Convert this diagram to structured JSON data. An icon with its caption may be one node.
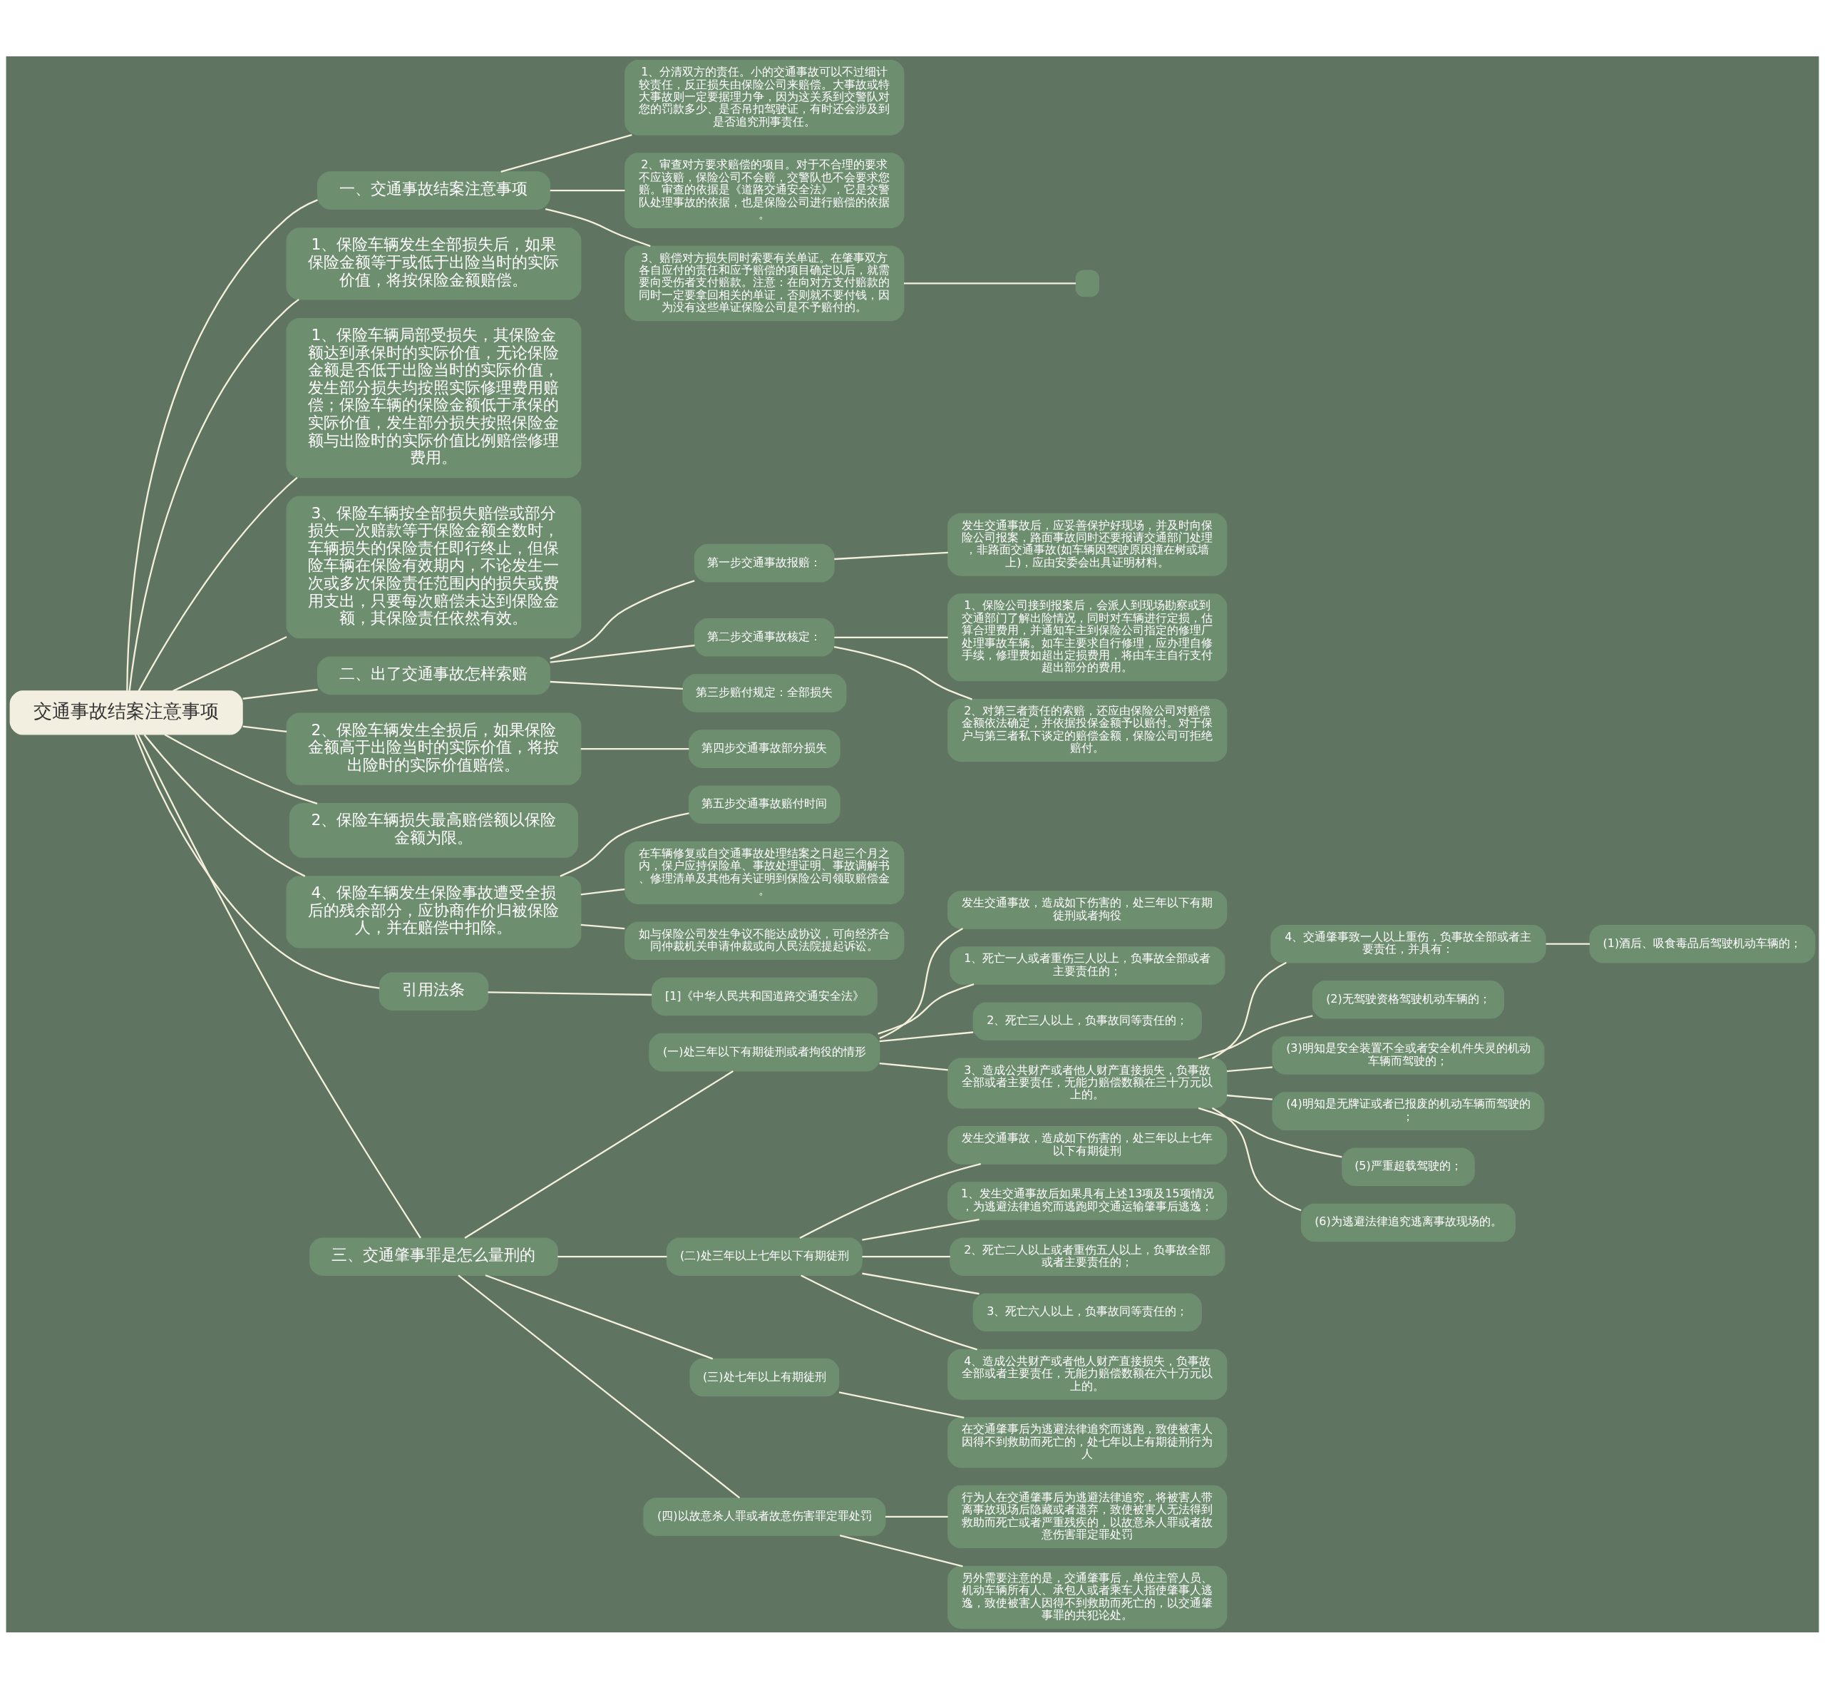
{
  "diagram": {
    "nodes": [
      {
        "text": [
          "交通事故结案注意事项"
        ]
      },
      {
        "text": [
          "一、交通事故结案注意事项"
        ]
      },
      {
        "text": [
          "1、分清双方的责任。小的交通事故可以不过细计较责任，反正损失由保险公司来赔偿。大事故或特大事故则一定要据理力争，因为这关系到交警队对您的罚款多少、是否吊扣驾驶证，有时还会涉及到是否追究刑事责任。"
        ]
      },
      {
        "text": [
          "2、审查对方要求赔偿的项目。对于不合理的要求不应该赔，保险公司不会赔，交警队也不会要求您赔。审查的依据是《道路交通安全法》，它是交警队处理事故的依据，也是保险公司进行赔偿的依据。"
        ]
      },
      {
        "text": [
          "3、赔偿对方损失同时索要有关单证。在肇事双方各自应付的责任和应予赔偿的项目确定以后，就需要向受伤者支付赔款。注意：在向对方支付赔款的同时一定要拿回相关的单证，否则就不要付钱，因为没有这些单证保险公司是不予赔付的。"
        ]
      },
      {
        "text": [],
        "shape": "box"
      },
      {
        "text": [
          "1、保险车辆发生全部损失后，如果保险金额等于或低于出险当时的实际价值，将按保险金额赔偿。"
        ]
      },
      {
        "text": [
          "1、保险车辆局部受损失，其保险金额达到承保时的实际价值，无论保险金额是否低于出险当时的实际价值，发生部分损失均按照实际修理费用赔偿；保险车辆的保险金额低于承保的实际价值，发生部分损失按照保险金额与出险时的实际价值比例赔偿修理费用。"
        ]
      },
      {
        "text": [
          "3、保险车辆按全部损失赔偿或部分损失一次赔款等于保险金额全数时，车辆损失的保险责任即行终止，但保险车辆在保险有效期内，不论发生一次或多次保险责任范围内的损失或费用支出，只要每次赔偿未达到保险金额，其保险责任依然有效。"
        ]
      },
      {
        "text": [
          "二、出了交通事故怎样索赔"
        ]
      },
      {
        "text": [
          "第一步交通事故报赔："
        ]
      },
      {
        "text": [
          "发生交通事故后，应妥善保护好现场，并及时向保险公司报案，路面事故同时还要报请交通部门处理，非路面交通事故(如车辆因驾驶原因撞在树或墙上)，应由安委会出具证明材料。"
        ]
      },
      {
        "text": [
          "第二步交通事故核定："
        ]
      },
      {
        "text": [
          "1、保险公司接到报案后，会派人到现场勘察或到交通部门了解出险情况，同时对车辆进行定损，估算合理费用，并通知车主到保险公司指定的修理厂处理事故车辆。如车主要求自行修理，应办理自修手续，修理费如超出定损费用，将由车主自行支付超出部分的费用。"
        ]
      },
      {
        "text": [
          "2、对第三者责任的索赔，还应由保险公司对赔偿金额依法确定，并依据投保金额予以赔付。对于保户与第三者私下谈定的赔偿金额，保险公司可拒绝赔付。"
        ]
      },
      {
        "text": [
          "第三步赔付规定：全部损失"
        ]
      },
      {
        "text": [
          "2、保险车辆发生全损后，如果保险金额高于出险当时的实际价值，将按出险时的实际价值赔偿。"
        ]
      },
      {
        "text": [
          "第四步交通事故部分损失"
        ]
      },
      {
        "text": [
          "2、保险车辆损失最高赔偿额以保险金额为限。"
        ]
      },
      {
        "text": [
          "4、保险车辆发生保险事故遭受全损后的残余部分，应协商作价归被保险人，并在赔偿中扣除。"
        ]
      },
      {
        "text": [
          "第五步交通事故赔付时间"
        ]
      },
      {
        "text": [
          "在车辆修复或自交通事故处理结案之日起三个月之内，保户应持保险单、事故处理证明、事故调解书、修理清单及其他有关证明到保险公司领取赔偿金。"
        ]
      },
      {
        "text": [
          "如与保险公司发生争议不能达成协议，可向经济合同仲裁机关申请仲裁或向人民法院提起诉讼。"
        ]
      },
      {
        "text": [
          "引用法条"
        ]
      },
      {
        "text": [
          "[1]《中华人民共和国道路交通安全法》"
        ]
      },
      {
        "text": [
          "三、交通肇事罪是怎么量刑的"
        ]
      },
      {
        "text": [
          "(一)处三年以下有期徒刑或者拘役的情形"
        ]
      },
      {
        "text": [
          "发生交通事故，造成如下伤害的，处三年以下有期徒刑或者拘役"
        ]
      },
      {
        "text": [
          "1、死亡一人或者重伤三人以上，负事故全部或者主要责任的；"
        ]
      },
      {
        "text": [
          "2、死亡三人以上，负事故同等责任的；"
        ]
      },
      {
        "text": [
          "3、造成公共财产或者他人财产直接损失，负事故全部或者主要责任，无能力赔偿数额在三十万元以上的。"
        ]
      },
      {
        "text": [
          "4、交通肇事致一人以上重伤，负事故全部或者主要责任，并具有："
        ]
      },
      {
        "text": [
          "(1)酒后、吸食毒品后驾驶机动车辆的；"
        ]
      },
      {
        "text": [
          "(2)无驾驶资格驾驶机动车辆的；"
        ]
      },
      {
        "text": [
          "(3)明知是安全装置不全或者安全机件失灵的机动车辆而驾驶的；"
        ]
      },
      {
        "text": [
          "(4)明知是无牌证或者已报废的机动车辆而驾驶的；"
        ]
      },
      {
        "text": [
          "(5)严重超载驾驶的；"
        ]
      },
      {
        "text": [
          "(6)为逃避法律追究逃离事故现场的。"
        ]
      },
      {
        "text": [
          "(二)处三年以上七年以下有期徒刑"
        ]
      },
      {
        "text": [
          "发生交通事故，造成如下伤害的，处三年以上七年以下有期徒刑"
        ]
      },
      {
        "text": [
          "1、发生交通事故后如果具有上述13项及15项情况，为逃避法律追究而逃跑即交通运输肇事后逃逸；"
        ]
      },
      {
        "text": [
          "2、死亡二人以上或者重伤五人以上，负事故全部或者主要责任的；"
        ]
      },
      {
        "text": [
          "3、死亡六人以上，负事故同等责任的；"
        ]
      },
      {
        "text": [
          "4、造成公共财产或者他人财产直接损失，负事故全部或者主要责任，无能力赔偿数额在六十万元以上的。"
        ]
      },
      {
        "text": [
          "(三)处七年以上有期徒刑"
        ]
      },
      {
        "text": [
          "在交通肇事后为逃避法律追究而逃跑，致使被害人因得不到救助而死亡的，处七年以上有期徒刑行为人"
        ]
      },
      {
        "text": [
          "(四)以故意杀人罪或者故意伤害罪定罪处罚"
        ]
      },
      {
        "text": [
          "行为人在交通肇事后为逃避法律追究，将被害人带离事故现场后隐藏或者遗弃，致使被害人无法得到救助而死亡或者严重残疾的，以故意杀人罪或者故意伤害罪定罪处罚"
        ]
      },
      {
        "text": [
          "另外需要注意的是，交通肇事后，单位主管人员、机动车辆所有人、承包人或者乘车人指使肇事人逃逸，致使被害人因得不到救助而死亡的，以交通肇事罪的共犯论处。"
        ]
      }
    ],
    "edges": [
      {
        "from": 0,
        "to": 1,
        "arrow": "none"
      },
      {
        "from": 1,
        "to": 2,
        "arrow": "none"
      },
      {
        "from": 1,
        "to": 3,
        "arrow": "none"
      },
      {
        "from": 1,
        "to": 4,
        "arrow": "none"
      },
      {
        "from": 4,
        "to": 5,
        "arrow": "none"
      },
      {
        "from": 0,
        "to": 6,
        "arrow": "none"
      },
      {
        "from": 0,
        "to": 7,
        "arrow": "none"
      },
      {
        "from": 0,
        "to": 8,
        "arrow": "none"
      },
      {
        "from": 0,
        "to": 9,
        "arrow": "none"
      },
      {
        "from": 9,
        "to": 10,
        "arrow": "none"
      },
      {
        "from": 10,
        "to": 11,
        "arrow": "none"
      },
      {
        "from": 9,
        "to": 12,
        "arrow": "none"
      },
      {
        "from": 12,
        "to": 13,
        "arrow": "none"
      },
      {
        "from": 12,
        "to": 14,
        "arrow": "none"
      },
      {
        "from": 9,
        "to": 15,
        "arrow": "none"
      },
      {
        "from": 0,
        "to": 16,
        "arrow": "none"
      },
      {
        "from": 16,
        "to": 17,
        "arrow": "none"
      },
      {
        "from": 0,
        "to": 18,
        "arrow": "none"
      },
      {
        "from": 0,
        "to": 19,
        "arrow": "none"
      },
      {
        "from": 19,
        "to": 20,
        "arrow": "none"
      },
      {
        "from": 19,
        "to": 21,
        "arrow": "none"
      },
      {
        "from": 19,
        "to": 22,
        "arrow": "none"
      },
      {
        "from": 0,
        "to": 23,
        "arrow": "none"
      },
      {
        "from": 23,
        "to": 24,
        "arrow": "none"
      },
      {
        "from": 0,
        "to": 25,
        "arrow": "none"
      },
      {
        "from": 25,
        "to": 26,
        "arrow": "none"
      },
      {
        "from": 26,
        "to": 27,
        "arrow": "none"
      },
      {
        "from": 26,
        "to": 28,
        "arrow": "none"
      },
      {
        "from": 26,
        "to": 29,
        "arrow": "none"
      },
      {
        "from": 26,
        "to": 30,
        "arrow": "none"
      },
      {
        "from": 30,
        "to": 31,
        "arrow": "none"
      },
      {
        "from": 31,
        "to": 32,
        "arrow": "none"
      },
      {
        "from": 30,
        "to": 33,
        "arrow": "none"
      },
      {
        "from": 30,
        "to": 34,
        "arrow": "none"
      },
      {
        "from": 30,
        "to": 35,
        "arrow": "none"
      },
      {
        "from": 30,
        "to": 36,
        "arrow": "none"
      },
      {
        "from": 30,
        "to": 37,
        "arrow": "none"
      },
      {
        "from": 25,
        "to": 38,
        "arrow": "none"
      },
      {
        "from": 38,
        "to": 39,
        "arrow": "none"
      },
      {
        "from": 38,
        "to": 40,
        "arrow": "none"
      },
      {
        "from": 38,
        "to": 41,
        "arrow": "none"
      },
      {
        "from": 38,
        "to": 42,
        "arrow": "none"
      },
      {
        "from": 38,
        "to": 43,
        "arrow": "none"
      },
      {
        "from": 25,
        "to": 44,
        "arrow": "none"
      },
      {
        "from": 44,
        "to": 45,
        "arrow": "none"
      },
      {
        "from": 25,
        "to": 46,
        "arrow": "none"
      },
      {
        "from": 46,
        "to": 47,
        "arrow": "none"
      },
      {
        "from": 46,
        "to": 48,
        "arrow": "none"
      }
    ]
  }
}
